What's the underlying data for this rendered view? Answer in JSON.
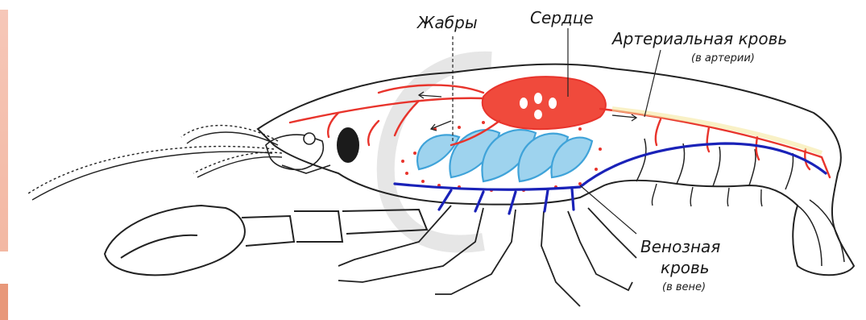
{
  "labels": {
    "gills": "Жабры",
    "heart": "Сердце",
    "arterial_blood": "Артериальная кровь",
    "arterial_note": "(в артерии)",
    "venous_line1": "Венозная",
    "venous_line2": "кровь",
    "venous_note": "(в вене)"
  },
  "colors": {
    "arterial": "#e8342c",
    "heart_fill": "#f04a3c",
    "venous": "#1a22b8",
    "gills": "#3fa3d9",
    "outline": "#222222"
  }
}
